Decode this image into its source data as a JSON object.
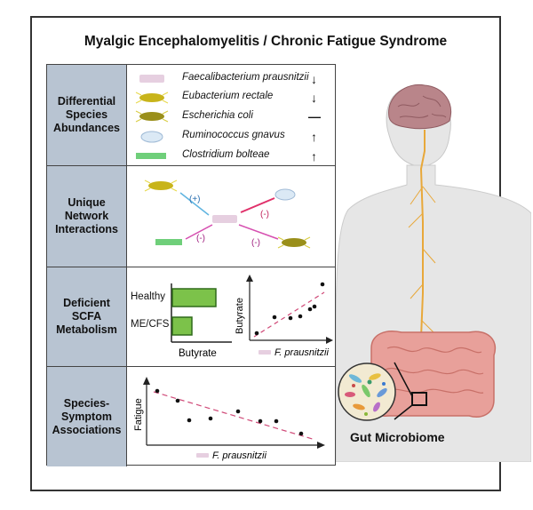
{
  "title": "Myalgic Encephalomyelitis / Chronic Fatigue Syndrome",
  "panels": [
    {
      "label": "Differential\nSpecies\nAbundances"
    },
    {
      "label": "Unique\nNetwork\nInteractions"
    },
    {
      "label": "Deficient\nSCFA\nMetabolism"
    },
    {
      "label": "Species-\nSymptom\nAssociations"
    }
  ],
  "species": [
    {
      "name": "Faecalibacterium prausnitzii",
      "trend": "↓",
      "color": "#e6cfe0"
    },
    {
      "name": "Eubacterium rectale",
      "trend": "↓",
      "color": "#c8b41a"
    },
    {
      "name": "Escherichia coli",
      "trend": "—",
      "color": "#9a8f1a"
    },
    {
      "name": "Ruminococcus gnavus",
      "trend": "↑",
      "color": "#dbe9f5"
    },
    {
      "name": "Clostridium bolteae",
      "trend": "↑",
      "color": "#6fcf7a"
    }
  ],
  "network": {
    "pos": "(+)",
    "neg1": "(-)",
    "neg2": "(-)",
    "neg3": "(-)"
  },
  "scfa": {
    "bar_chart": {
      "categories": [
        "Healthy",
        "ME/CFS"
      ],
      "values": [
        0.9,
        0.4
      ],
      "xlabel": "Butyrate"
    },
    "scatter": {
      "ylabel": "Butyrate",
      "xlabel": "F. prausnitzii"
    }
  },
  "symptom": {
    "ylabel": "Fatigue",
    "xlabel": "F. prausnitzii"
  },
  "gut_label": "Gut Microbiome"
}
